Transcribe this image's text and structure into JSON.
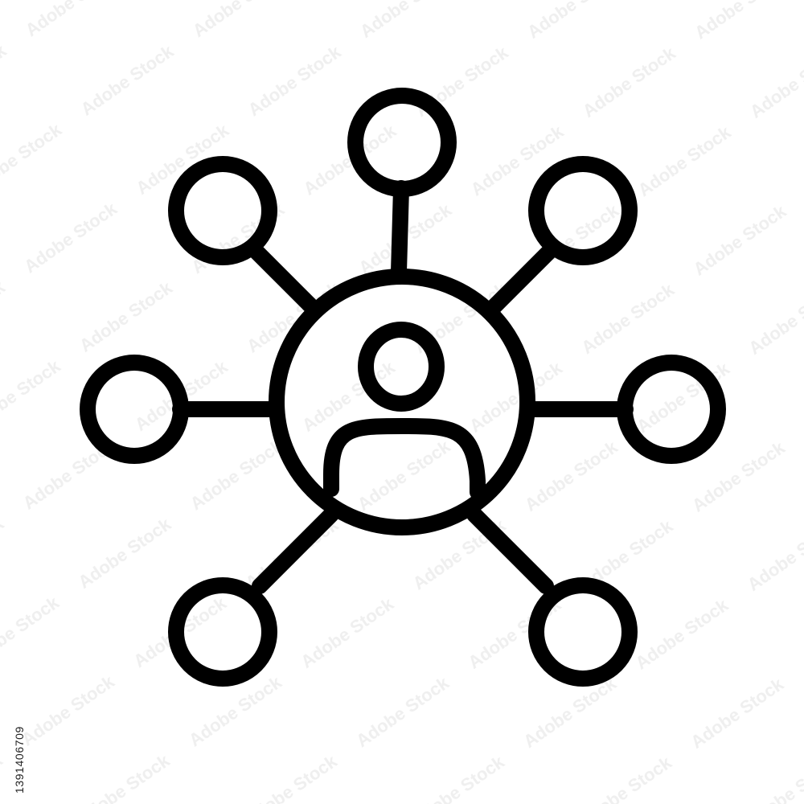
{
  "icon": {
    "name": "user-network-icon",
    "stroke_color": "#000000",
    "background_color": "#ffffff",
    "satellite_node_count": 7
  },
  "watermark": {
    "brand_text": "Adobe Stock",
    "color": "#e6e6e6"
  },
  "stock_id": "1391406709"
}
